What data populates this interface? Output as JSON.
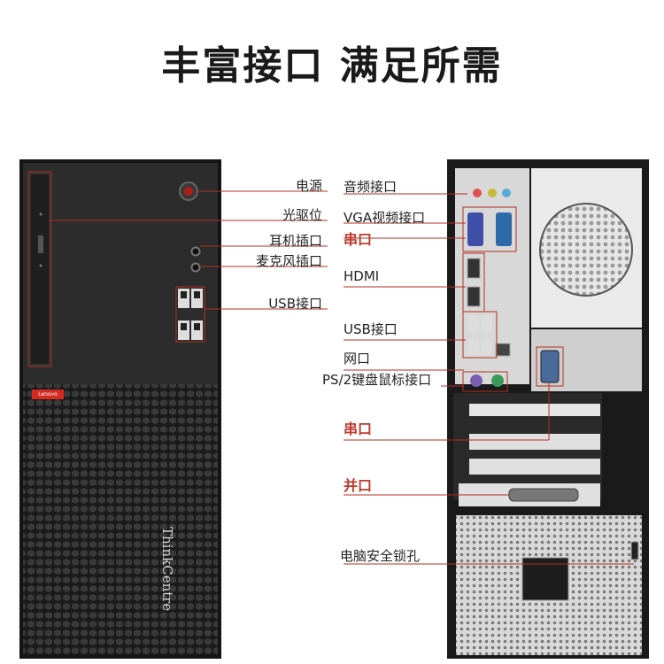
{
  "title": "丰富接口 满足所需",
  "brand": {
    "logo_text": "ThinkCentre",
    "badge_text": "Lenovo"
  },
  "front_labels": {
    "power": "电源",
    "optical": "光驱位",
    "headphone": "耳机插口",
    "mic": "麦克风插口",
    "usb": "USB接口"
  },
  "rear_labels": {
    "audio": "音频接口",
    "vga": "VGA视频接口",
    "serial1": "串口",
    "hdmi": "HDMI",
    "usb": "USB接口",
    "network": "网口",
    "ps2": "PS/2键盘鼠标接口",
    "serial2": "串口",
    "parallel": "并口",
    "lock": "电脑安全锁孔"
  },
  "colors": {
    "line": "#b03020",
    "callout_red": "#c0392b",
    "chassis": "#1c1c1c",
    "bezel": "#2a2a2a",
    "accent": "#d42a1f"
  }
}
